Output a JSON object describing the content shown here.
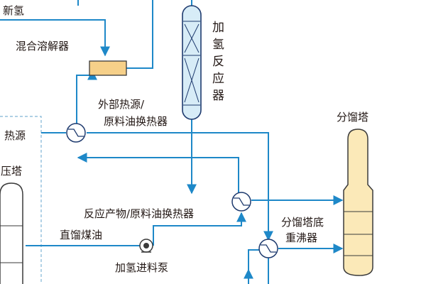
{
  "colors": {
    "pipe": "#1e88c8",
    "vessel_fill": "#fbe9b8",
    "vessel_stroke": "#3a3a3a",
    "reactor_fill": "#d7ecf7",
    "reactor_stroke": "#1e3a6e",
    "mixer_fill": "#f6d089",
    "dash": "#7fb3d5",
    "text": "#231815"
  },
  "labels": {
    "new_hydrogen": "新氢",
    "mixer": "混合溶解器",
    "reactor_chars": [
      "加",
      "氢",
      "反",
      "应",
      "器"
    ],
    "hx1_line1": "外部热源/",
    "hx1_line2": "原料油换热器",
    "heat_source": "热源",
    "column_partial": "常压塔",
    "hx2": "反应产物/原料油换热器",
    "straight_kerosene": "直馏煤油",
    "feed_pump": "加氢进料泵",
    "fractionator": "分馏塔",
    "reboiler_line1": "分馏塔底",
    "reboiler_line2": "重沸器"
  }
}
